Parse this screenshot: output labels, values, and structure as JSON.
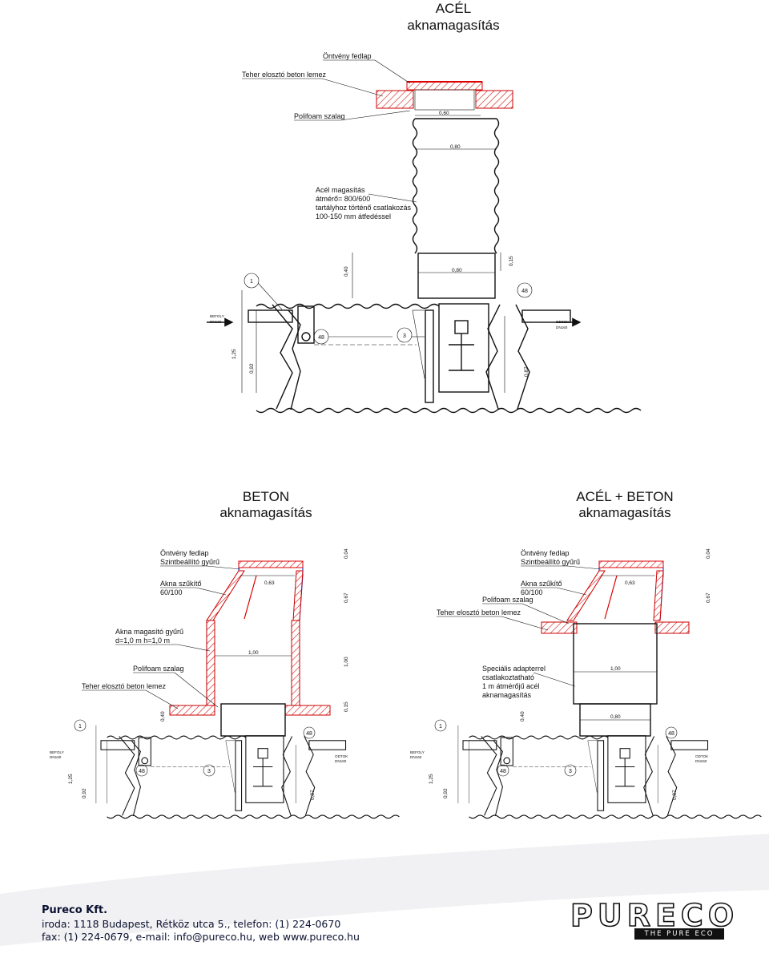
{
  "titles": {
    "acel_line1": "ACÉL",
    "acel_line2": "aknamagasítás",
    "beton_line1": "BETON",
    "beton_line2": "aknamagasítás",
    "combo_line1": "ACÉL + BETON",
    "combo_line2": "aknamagasítás"
  },
  "top_diagram": {
    "label_ontveny": "Öntvény fedlap",
    "label_teher": "Teher elosztó beton lemez",
    "label_polifoam": "Polifoam szalag",
    "label_acel_1": "Acél magasítás",
    "label_acel_2": "átmérő= 800/600",
    "label_acel_3": "tartályhoz történő csatlakozás",
    "label_acel_4": "100-150 mm átfedéssel",
    "dim_060": "0,60",
    "dim_080a": "0,80",
    "dim_080b": "0,80",
    "dim_040": "0,40",
    "dim_015": "0,15",
    "dim_125": "1,25",
    "dim_092": "0,92",
    "dim_087": "0,87"
  },
  "beton_diagram": {
    "label_ontveny": "Öntvény fedlap",
    "label_szint": "Szintbeállító gyűrű",
    "label_akna1": "Akna szűkítő",
    "label_akna2": "60/100",
    "label_gyuru1": "Akna magasító gyűrű",
    "label_gyuru2": "d=1,0 m h=1,0 m",
    "label_polifoam": "Polifoam szalag",
    "label_teher": "Teher elosztó beton lemez",
    "dim_004": "0,04",
    "dim_063": "0,63",
    "dim_067": "0,67",
    "dim_100a": "1,00",
    "dim_100b": "1,00",
    "dim_040": "0,40",
    "dim_015": "0,15",
    "dim_125": "1,25",
    "dim_092": "0,92",
    "dim_087": "0,87"
  },
  "combo_diagram": {
    "label_ontveny": "Öntvény fedlap",
    "label_szint": "Szintbeállító gyűrű",
    "label_akna1": "Akna szűkítő",
    "label_akna2": "60/100",
    "label_polifoam": "Polifoam szalag",
    "label_teher": "Teher elosztó beton lemez",
    "label_spec1": "Speciális adapterrel",
    "label_spec2": "csatlakoztatható",
    "label_spec3": "1 m átmérőjű acél",
    "label_spec4": "aknamagasítás",
    "dim_004": "0,04",
    "dim_063": "0,63",
    "dim_067": "0,67",
    "dim_100": "1,00",
    "dim_040": "0,40",
    "dim_080": "0,80",
    "dim_125": "1,25",
    "dim_092": "0,92",
    "dim_087": "0,87"
  },
  "tank": {
    "balloon_1": "1",
    "balloon_3": "3",
    "balloon_48": "48",
    "inlet_1": "BEFOLY",
    "inlet_2": "DN160",
    "outlet_1": "ODTOK",
    "outlet_2": "DN160"
  },
  "footer": {
    "company": "Pureco Kft.",
    "address": "iroda: 1118 Budapest, Rétköz utca 5., telefon: (1) 224-0670",
    "contact": "fax: (1) 224-0679, e-mail: info@pureco.hu, web www.pureco.hu",
    "logo_word": "PURECO",
    "logo_tag": "THE PURE ECO"
  },
  "colors": {
    "hatch": "#d01010",
    "ring_blue": "#2030c0",
    "ink": "#111111"
  }
}
